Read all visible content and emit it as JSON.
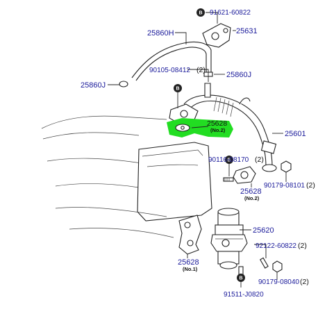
{
  "highlight_color": "#22dd22",
  "label_color": "#1a1a9a",
  "bolt_marker": "B",
  "parts": {
    "p91621": {
      "number": "91621-60822"
    },
    "p25631": {
      "number": "25631"
    },
    "p25860h": {
      "number": "25860H"
    },
    "p90105": {
      "number": "90105-08412",
      "qty": "(2)"
    },
    "p25860j_right": {
      "number": "25860J"
    },
    "p25860j_left": {
      "number": "25860J"
    },
    "p25628_top": {
      "number": "25628",
      "note": "(No.2)"
    },
    "p25601": {
      "number": "25601"
    },
    "p90116": {
      "number": "90116-08170",
      "qty": "(2)"
    },
    "p25628_mid": {
      "number": "25628",
      "note": "(No.2)"
    },
    "p90179_a": {
      "number": "90179-08101",
      "qty": "(2)"
    },
    "p25620": {
      "number": "25620"
    },
    "p92122": {
      "number": "92122-60822",
      "qty": "(2)"
    },
    "p25628_low": {
      "number": "25628",
      "note": "(No.1)"
    },
    "p90179_b": {
      "number": "90179-08040",
      "qty": "(2)"
    },
    "p91511": {
      "number": "91511-J0820"
    }
  }
}
